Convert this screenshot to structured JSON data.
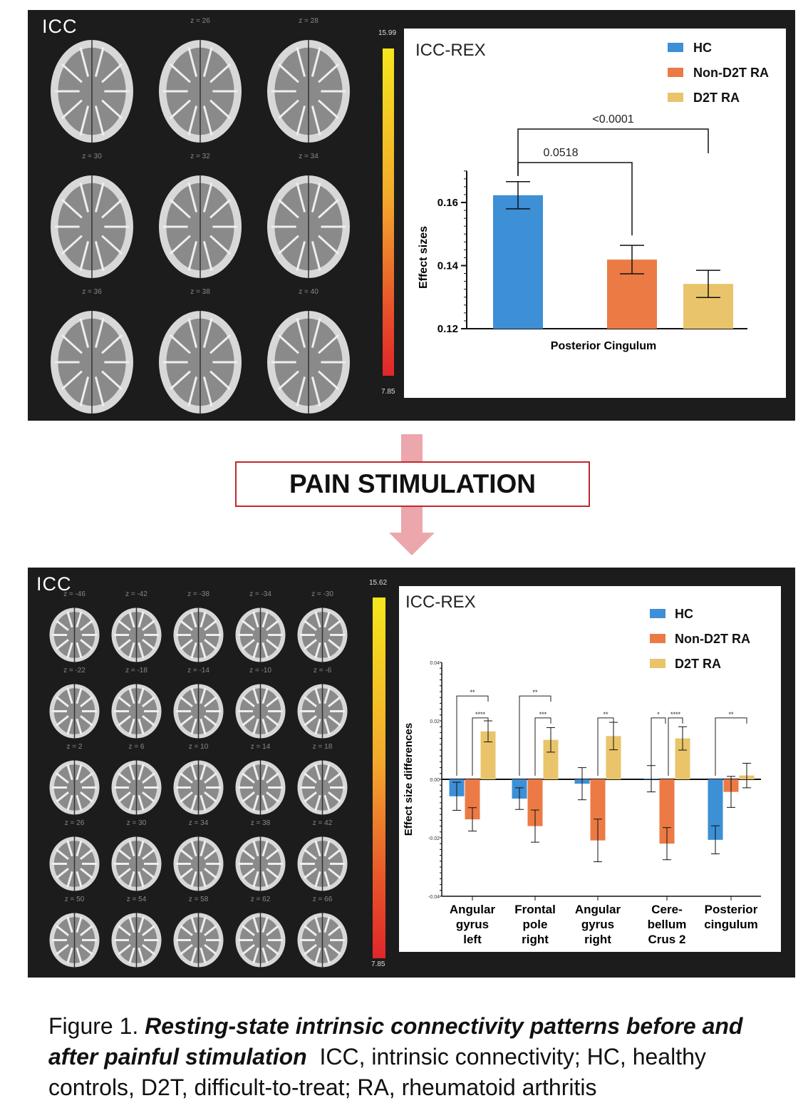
{
  "top": {
    "panel_label": "ICC",
    "colorbar": {
      "max": "15.99",
      "min": "7.85"
    },
    "slices": [
      "",
      "z = 26",
      "z = 28",
      "z = 30",
      "z = 32",
      "z = 34",
      "z = 36",
      "z = 38",
      "z = 40"
    ]
  },
  "middle": {
    "label": "PAIN STIMULATION"
  },
  "bottom": {
    "panel_label": "ICC",
    "colorbar": {
      "max": "15.62",
      "min": "7.85"
    },
    "slices": [
      "z = -46",
      "z = -42",
      "z = -38",
      "z = -34",
      "z = -30",
      "z = -22",
      "z = -18",
      "z = -14",
      "z = -10",
      "z = -6",
      "z = 2",
      "z = 6",
      "z = 10",
      "z = 14",
      "z = 18",
      "z = 26",
      "z = 30",
      "z = 34",
      "z = 38",
      "z = 42",
      "z = 50",
      "z = 54",
      "z = 58",
      "z = 62",
      "z = 66"
    ]
  },
  "colors": {
    "HC": "#3d8fd6",
    "Non-D2T RA": "#ec7a45",
    "D2T RA": "#e9c46a",
    "accent": "#c0282d",
    "arrow": "#eba7ab"
  },
  "chart_data": [
    {
      "type": "bar",
      "title": "ICC-REX",
      "xlabel": "",
      "ylabel": "Effect sizes",
      "categories": [
        "Posterior Cingulum"
      ],
      "ylim": [
        0.12,
        0.17
      ],
      "yticks": [
        "0.12",
        "0.14",
        "0.16"
      ],
      "ytick_values": [
        0.12,
        0.14,
        0.16
      ],
      "legend": [
        "HC",
        "Non-D2T RA",
        "D2T RA"
      ],
      "legend_position": "top-right",
      "series": [
        {
          "name": "HC",
          "values": [
            0.1623
          ],
          "errors": [
            0.0043
          ]
        },
        {
          "name": "Non-D2T RA",
          "values": [
            0.1419
          ],
          "errors": [
            0.0045
          ]
        },
        {
          "name": "D2T RA",
          "values": [
            0.1342
          ],
          "errors": [
            0.0043
          ]
        }
      ],
      "annotations": [
        {
          "from": "HC",
          "to": "Non-D2T RA",
          "text": "0.0518"
        },
        {
          "from": "HC",
          "to": "D2T RA",
          "text": "<0.0001"
        }
      ]
    },
    {
      "type": "bar",
      "title": "ICC-REX",
      "xlabel": "",
      "ylabel": "Effect size differences",
      "categories": [
        [
          "Angular",
          "gyrus",
          "left"
        ],
        [
          "Frontal",
          "pole",
          "right"
        ],
        [
          "Angular",
          "gyrus",
          "right"
        ],
        [
          "Cere-",
          "bellum",
          "Crus 2"
        ],
        [
          "Posterior",
          "cingulum"
        ]
      ],
      "ylim": [
        -0.04,
        0.04
      ],
      "yticks": [
        "-0.04",
        "-0.02",
        "0.00",
        "0.02",
        "0.04"
      ],
      "ytick_values": [
        -0.04,
        -0.02,
        0,
        0.02,
        0.04
      ],
      "legend": [
        "HC",
        "Non-D2T RA",
        "D2T RA"
      ],
      "legend_position": "top-right",
      "series": [
        {
          "name": "HC",
          "values": [
            -0.0058,
            -0.0066,
            -0.0015,
            0.0002,
            -0.0207
          ],
          "errors": [
            0.0048,
            0.0037,
            0.0055,
            0.0045,
            0.0048
          ]
        },
        {
          "name": "Non-D2T RA",
          "values": [
            -0.0137,
            -0.016,
            -0.0209,
            -0.022,
            -0.0043
          ],
          "errors": [
            0.004,
            0.0055,
            0.0073,
            0.0055,
            0.0053
          ]
        },
        {
          "name": "D2T RA",
          "values": [
            0.0164,
            0.0135,
            0.0148,
            0.014,
            0.0013
          ],
          "errors": [
            0.0036,
            0.0042,
            0.0047,
            0.004,
            0.0042
          ]
        }
      ],
      "annotations": [
        {
          "category": 0,
          "from": 0,
          "to": 2,
          "text": "**",
          "level": 2
        },
        {
          "category": 0,
          "from": 1,
          "to": 2,
          "text": "****",
          "level": 1
        },
        {
          "category": 1,
          "from": 0,
          "to": 2,
          "text": "**",
          "level": 2
        },
        {
          "category": 1,
          "from": 1,
          "to": 2,
          "text": "***",
          "level": 1
        },
        {
          "category": 2,
          "from": 1,
          "to": 2,
          "text": "**",
          "level": 1
        },
        {
          "category": 3,
          "from": 0,
          "to": 1,
          "text": "*",
          "level": 1
        },
        {
          "category": 3,
          "from": 1,
          "to": 2,
          "text": "****",
          "level": 1
        },
        {
          "category": 4,
          "from": 0,
          "to": 2,
          "text": "**",
          "level": 1
        }
      ]
    }
  ],
  "caption": {
    "label": "Figure 1. ",
    "title": "Resting-state intrinsic connectivity patterns before and after painful stimulation",
    "body": "  ICC, intrinsic connectivity; HC, healthy controls, D2T, difficult-to-treat; RA, rheumatoid arthritis"
  }
}
